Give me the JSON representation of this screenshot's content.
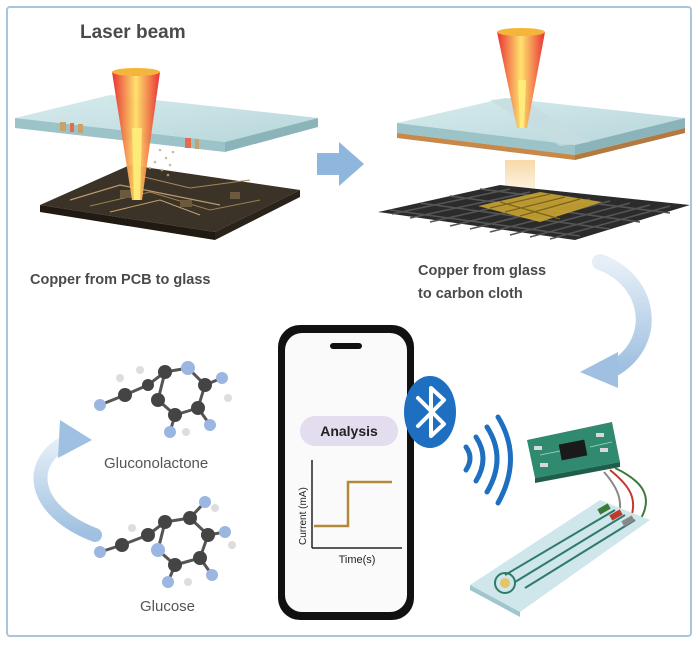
{
  "labels": {
    "laser_beam": "Laser beam",
    "copper_pcb_to_glass": "Copper from PCB to glass",
    "copper_glass_to_cloth_line1": "Copper from glass",
    "copper_glass_to_cloth_line2": "to carbon cloth",
    "gluconolactone": "Gluconolactone",
    "glucose": "Glucose"
  },
  "phone": {
    "analysis_pill": "Analysis",
    "y_axis_label": "Current (mA)",
    "x_axis_label": "Time(s)"
  },
  "colors": {
    "frame": "#a9c4dd",
    "flow_arrow": "#8fb6dd",
    "bluetooth": "#1e6fc0",
    "signal_curve": "#b08a3a",
    "laser_core": "#ffe066",
    "laser_edge": "#e8262b"
  },
  "icons": [
    "bluetooth-icon",
    "wireless-signal-icon"
  ]
}
